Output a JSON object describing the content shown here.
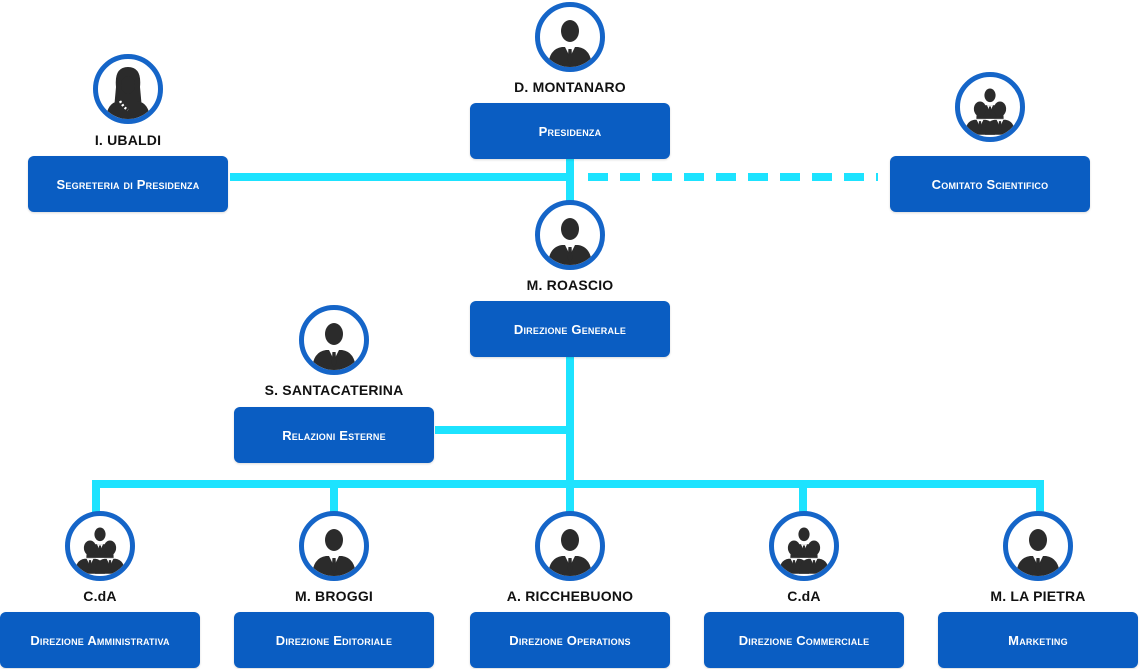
{
  "colors": {
    "connector": "#1de3ff",
    "box": "#0a5dc2",
    "avatar_ring": "#1565c8",
    "silhouette": "#2b2b2b"
  },
  "nodes": {
    "presidenza": {
      "person": "D. MONTANARO",
      "unit": "Presidenza",
      "icon": "man-icon"
    },
    "segreteria": {
      "person": "I. UBALDI",
      "unit": "Segreteria di Presidenza",
      "icon": "woman-icon"
    },
    "comitato": {
      "unit": "Comitato Scientifico",
      "icon": "group-icon"
    },
    "direzione_generale": {
      "person": "M. ROASCIO",
      "unit": "Direzione Generale",
      "icon": "man-icon"
    },
    "relazioni_esterne": {
      "person": "S. SANTACATERINA",
      "unit": "Relazioni Esterne",
      "icon": "man-icon"
    },
    "amministrativa": {
      "person": "C.dA",
      "unit": "Direzione Amministrativa",
      "icon": "group-icon"
    },
    "editoriale": {
      "person": "M. BROGGI",
      "unit": "Direzione Editoriale",
      "icon": "man-icon"
    },
    "operations": {
      "person": "A. RICCHEBUONO",
      "unit": "Direzione Operations",
      "icon": "man-icon"
    },
    "commerciale": {
      "person": "C.dA",
      "unit": "Direzione Commerciale",
      "icon": "group-icon"
    },
    "marketing": {
      "person": "M. LA PIETRA",
      "unit": "Marketing",
      "icon": "man-icon"
    }
  }
}
